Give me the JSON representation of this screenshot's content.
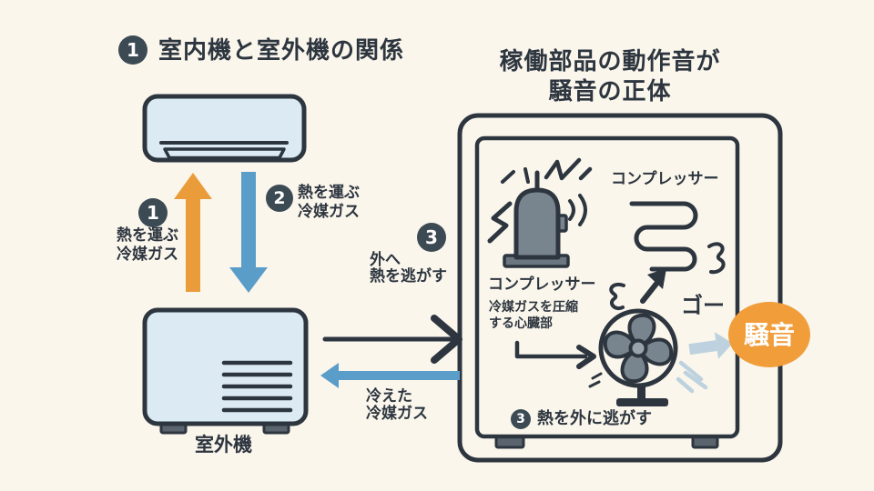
{
  "colors": {
    "background": "#faf6ec",
    "outline_dark": "#2d353f",
    "badge_dark": "#3c4a54",
    "arrow_orange": "#eb9c3a",
    "arrow_blue": "#5b9dc9",
    "unit_fill": "#dcebf3",
    "metal_gray": "#78848e",
    "wind_blue": "#bdd2de",
    "noise_orange": "#f09d3a"
  },
  "header": {
    "left_title": {
      "badge": "1",
      "text": "室内機と室外機の関係"
    },
    "right_title": {
      "line1": "稼働部品の動作音が",
      "line2": "騒音の正体"
    }
  },
  "flow": {
    "step1": {
      "badge": "1",
      "line1": "熱を運ぶ",
      "line2": "冷媒ガス"
    },
    "step2": {
      "badge": "2",
      "line1": "熱を運ぶ",
      "line2": "冷媒ガス"
    },
    "step3": {
      "badge": "3",
      "line1": "外へ",
      "line2": "熱を逃がす"
    },
    "cooled_gas": {
      "line1": "冷えた",
      "line2": "冷媒ガス"
    },
    "outdoor_unit_label": "室外機"
  },
  "interior": {
    "compressor_label": "コンプレッサー",
    "compressor_desc1": "冷媒ガスを圧縮",
    "compressor_desc2": "する心臓部",
    "coil_label": "コンプレッサー",
    "sound_effect": "ゴー",
    "noise_label": "騒音",
    "step3": {
      "badge": "3",
      "text": "熱を外に逃がす"
    }
  },
  "icons": [
    "indoor-unit-icon",
    "outdoor-unit-icon",
    "compressor-icon",
    "coil-icon",
    "fan-icon",
    "arrow-up-orange-icon",
    "arrow-down-blue-icon",
    "arrow-to-interior-icon",
    "arrow-cooled-gas-icon",
    "arrow-coil-icon",
    "arrow-compressor-to-fan-icon",
    "arrow-to-noise-icon",
    "noise-ellipse",
    "sound-squiggle-icons",
    "vibration-mark-icons",
    "wind-line-icons"
  ]
}
